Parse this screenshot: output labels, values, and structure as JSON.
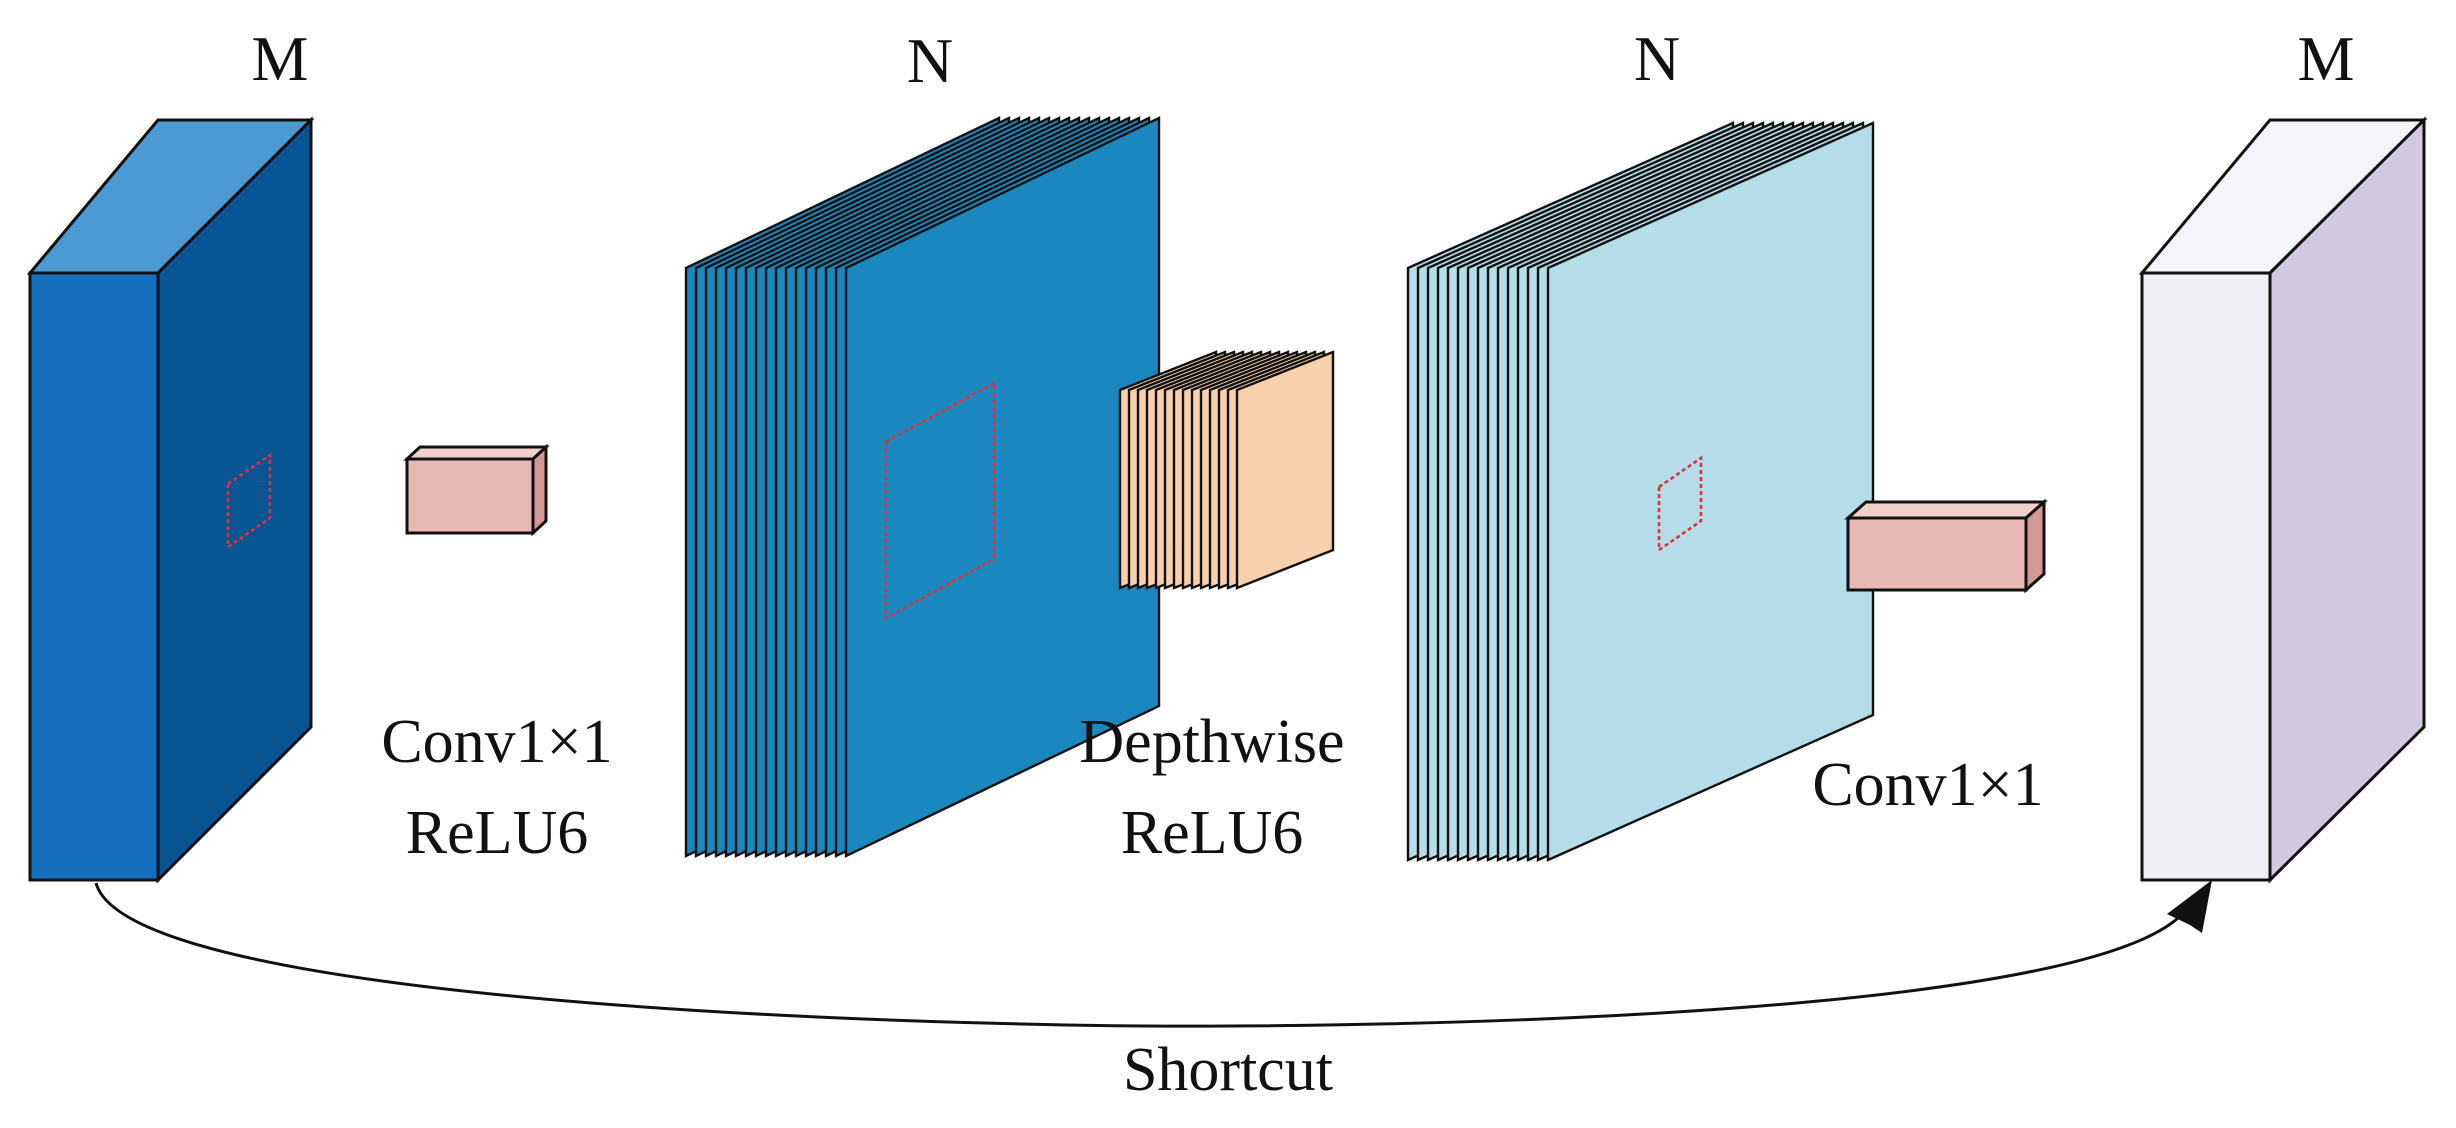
{
  "diagram": {
    "blocks": [
      {
        "id": "input",
        "dim_label": "M",
        "style": "solid",
        "colors": {
          "front": "#1470BE",
          "side": "#075593",
          "top": "#4C9AD3"
        }
      },
      {
        "id": "expand",
        "dim_label": "N",
        "style": "stacked",
        "colors": {
          "front": "#1A88BE",
          "side": "#1A88BE",
          "top": "#1A88BE"
        }
      },
      {
        "id": "depthwise_out",
        "dim_label": "N",
        "style": "stacked",
        "colors": {
          "front": "#B4DDE9",
          "side": "#B4DDE9",
          "top": "#B4DDE9"
        }
      },
      {
        "id": "output",
        "dim_label": "M",
        "style": "solid",
        "colors": {
          "front": "#F0EFF6",
          "side": "#D3C9DE",
          "top": "#F5F4FA"
        }
      }
    ],
    "operations": [
      {
        "id": "conv1",
        "lines": [
          "Conv1×1",
          "ReLU6"
        ],
        "kernel_color": "#E8B8B4",
        "kernel_side": "#D39894"
      },
      {
        "id": "depthwise",
        "lines": [
          "Depthwise",
          "ReLU6"
        ],
        "kernel_color": "#F8D0AC"
      },
      {
        "id": "conv2",
        "lines": [
          "Conv1×1"
        ],
        "kernel_color": "#E8B8B4",
        "kernel_side": "#D39894"
      }
    ],
    "shortcut": {
      "label": "Shortcut"
    },
    "colors": {
      "receptive_field": "#E0303A",
      "stroke": "#111111"
    }
  }
}
